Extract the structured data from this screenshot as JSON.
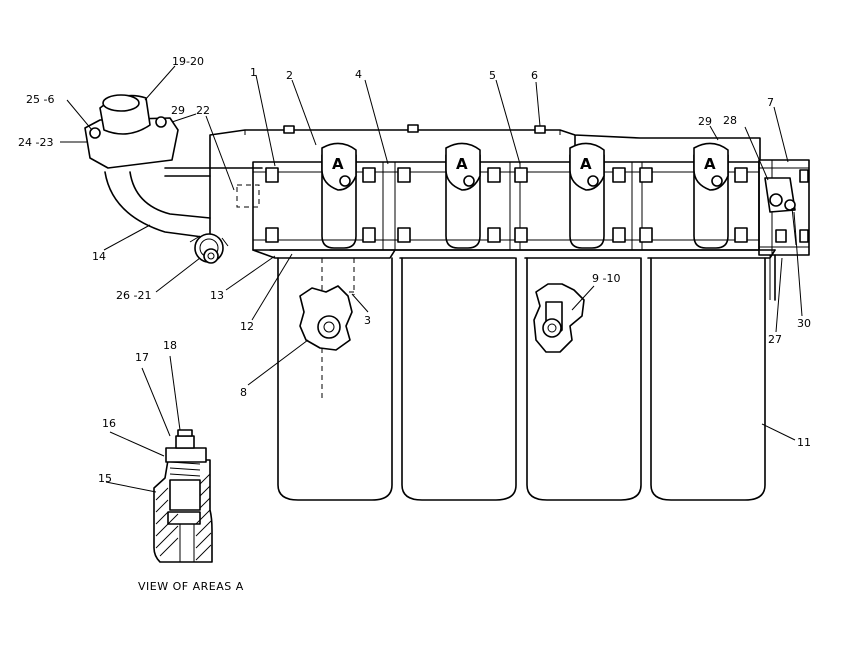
{
  "callout_letter": "A",
  "caption": "VIEW OF AREAS A",
  "labels": {
    "l1": "1",
    "l2": "2",
    "l3": "3",
    "l4": "4",
    "l5": "5",
    "l6": "6",
    "l7": "7",
    "l8": "8",
    "l9_10": "9 -10",
    "l11": "11",
    "l12": "12",
    "l13": "13",
    "l14": "14",
    "l15": "15",
    "l16": "16",
    "l17": "17",
    "l18": "18",
    "l19_20": "19-20",
    "l22": "22",
    "l24_23": "24 -23",
    "l25_6": "25 -6",
    "l26_21": "26 -21",
    "l27": "27",
    "l28": "28",
    "l29_left": "29",
    "l29_right": "29",
    "l30": "30"
  }
}
